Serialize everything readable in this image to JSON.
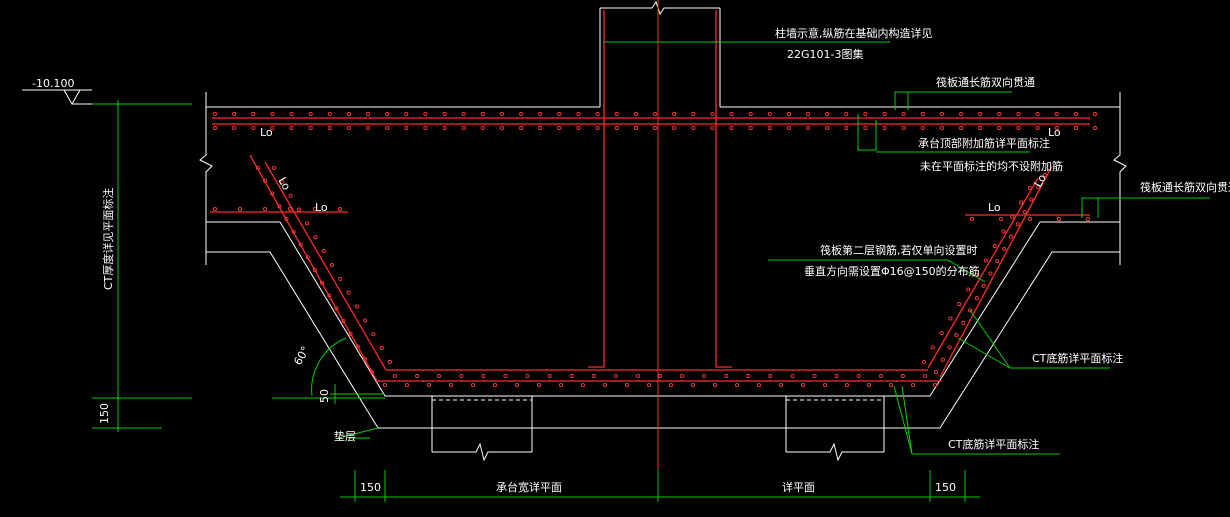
{
  "colors": {
    "background": "#000000",
    "rebar": "#ff2a2a",
    "outline": "#ffffff",
    "leader": "#00d000"
  },
  "annotations": {
    "column_note_1": "柱墙示意,纵筋在基础内构造详见",
    "column_note_2": "22G101-3图集",
    "raft_top_through": "筏板通长筋双向贯通",
    "cap_top_additional_1": "承台顶部附加筋详平面标注",
    "cap_top_additional_2": "未在平面标注的均不设附加筋",
    "raft_bottom_through": "筏板通长筋双向贯通",
    "second_layer_1": "筏板第二层钢筋,若仅单向设置时",
    "second_layer_2": "垂直方向需设置Φ16@150的分布筋",
    "ct_bottom_rebar_1": "CT底筋详平面标注",
    "ct_bottom_rebar_2": "CT底筋详平面标注",
    "cushion": "垫层",
    "elevation": "-10.100",
    "ct_thickness": "CT厚度详见平面标注",
    "dim_150_left": "150",
    "dim_150_bottom_left": "150",
    "dim_150_bottom_right": "150",
    "dim_cap_width": "承台宽详平面",
    "dim_plan": "详平面",
    "dim_50": "50",
    "angle": "60°",
    "lo_labels": [
      "Lo",
      "Lo",
      "Lo",
      "Lo",
      "Lo",
      "Lo"
    ]
  }
}
